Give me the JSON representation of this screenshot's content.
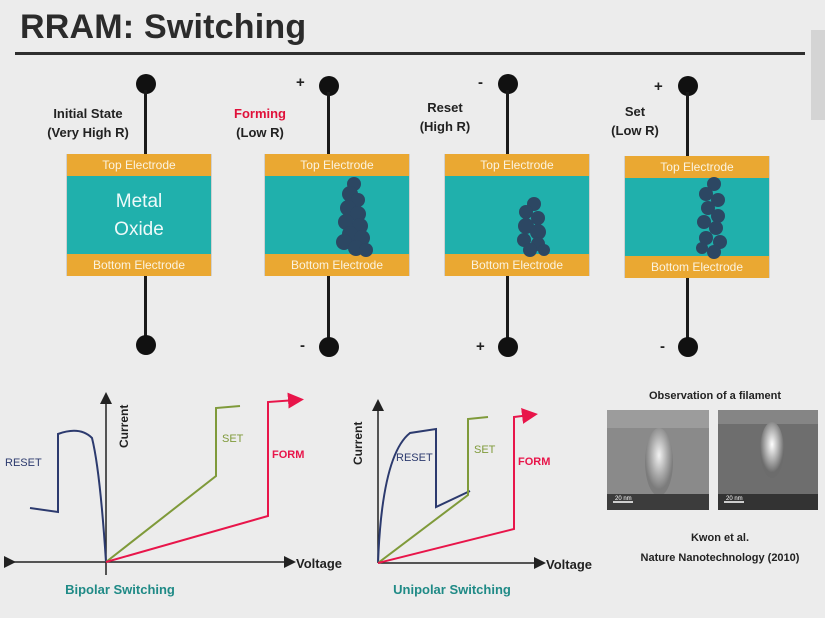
{
  "slide": {
    "title": "RRAM: Switching"
  },
  "cells": [
    {
      "label_line1": "Initial State",
      "label_line2": "(Very High R)",
      "top_sign": "",
      "bottom_sign": "",
      "top_electrode": "Top Electrode",
      "oxide_line1": "Metal",
      "oxide_line2": "Oxide",
      "bottom_electrode": "Bottom Electrode"
    },
    {
      "label_line1": "Forming",
      "label_line2": "(Low R)",
      "top_sign": "+",
      "bottom_sign": "-",
      "top_electrode": "Top Electrode",
      "bottom_electrode": "Bottom Electrode"
    },
    {
      "label_line1": "Reset",
      "label_line2": "(High R)",
      "top_sign": "-",
      "bottom_sign": "+",
      "top_electrode": "Top Electrode",
      "bottom_electrode": "Bottom Electrode"
    },
    {
      "label_line1": "Set",
      "label_line2": "(Low R)",
      "top_sign": "+",
      "bottom_sign": "-",
      "top_electrode": "Top Electrode",
      "bottom_electrode": "Bottom Electrode"
    }
  ],
  "bipolar": {
    "y_label": "Current",
    "x_label": "Voltage",
    "reset_label": "RESET",
    "set_label": "SET",
    "form_label": "FORM",
    "caption": "Bipolar Switching"
  },
  "unipolar": {
    "y_label": "Current",
    "x_label": "Voltage",
    "reset_label": "RESET",
    "set_label": "SET",
    "form_label": "FORM",
    "caption": "Unipolar Switching"
  },
  "observation": {
    "title": "Observation of a filament",
    "scale_bar_1": "20 nm",
    "scale_bar_2": "20 nm",
    "citation_line1": "Kwon et al.",
    "citation_line2": "Nature Nanotechnology (2010)"
  },
  "colors": {
    "oxide": "#20b0ac",
    "electrode": "#eaa832",
    "filament": "#2c4763",
    "reset_curve": "#2c3a6e",
    "set_curve": "#7f9a3a",
    "form_curve": "#e8154a",
    "caption": "#1f8a86",
    "forming_label": "#e0113a"
  }
}
